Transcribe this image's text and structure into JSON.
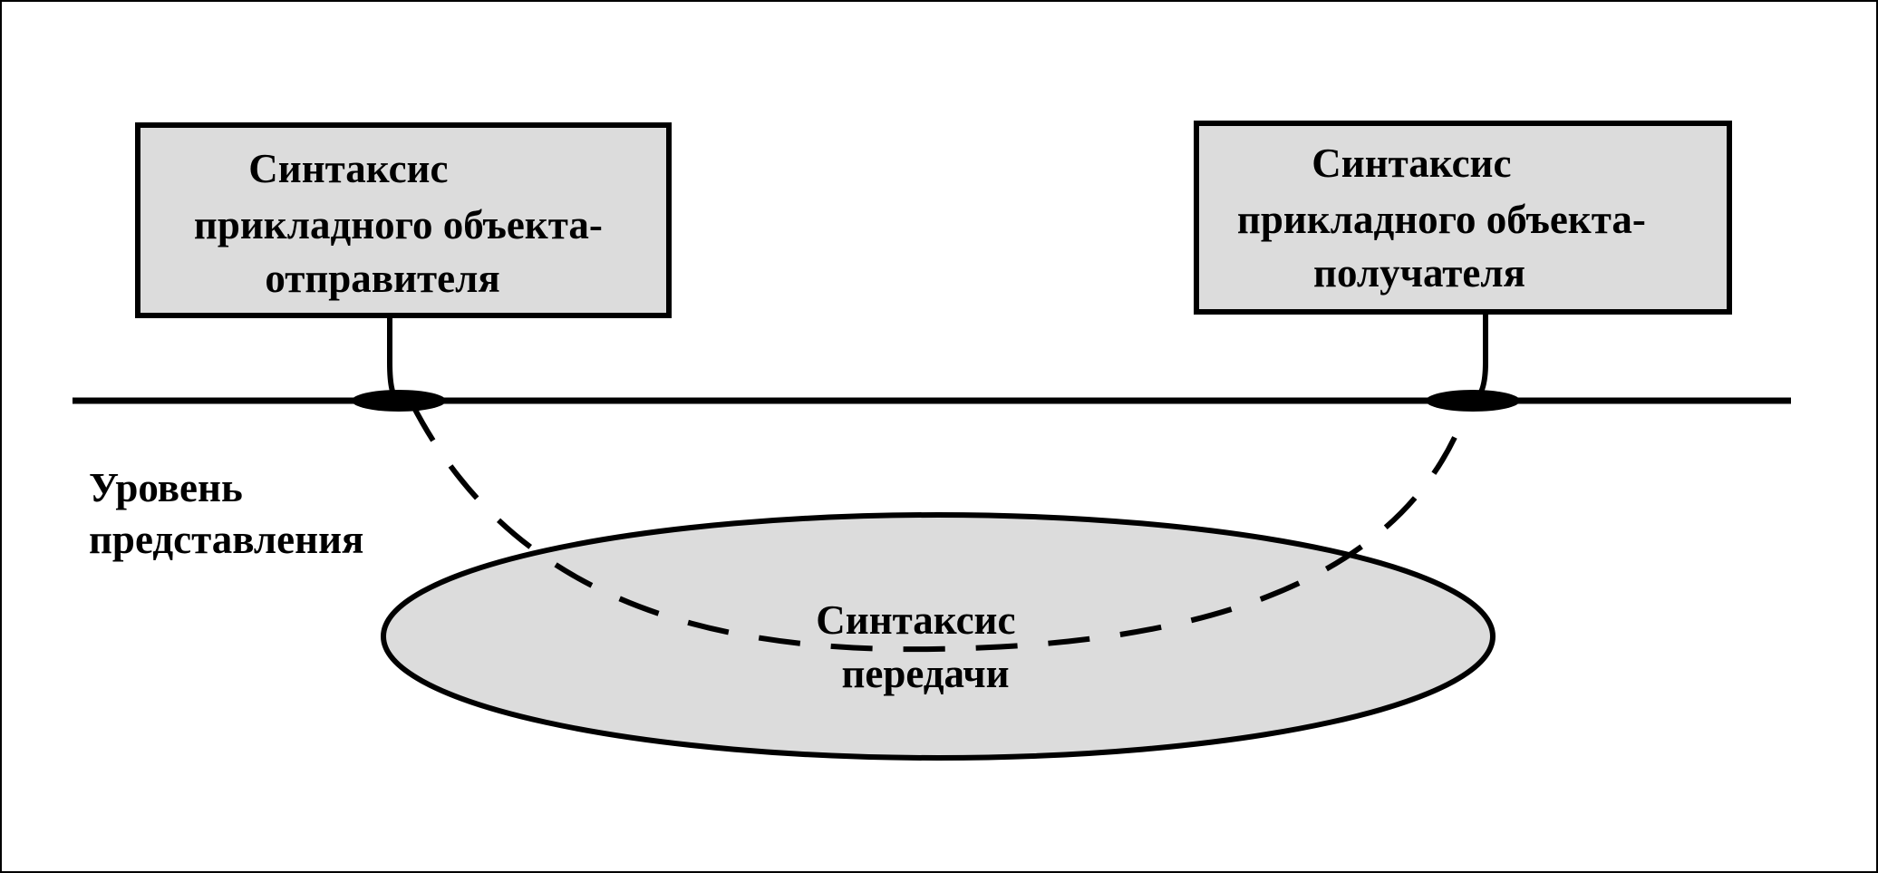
{
  "colors": {
    "background": "#ffffff",
    "box_fill": "#dcdcdc",
    "ellipse_fill": "#dcdcdc",
    "stroke": "#000000"
  },
  "sender_box": {
    "lines": [
      "Синтаксис",
      "прикладного объекта-",
      "отправителя"
    ]
  },
  "receiver_box": {
    "lines": [
      "Синтаксис",
      "прикладного объекта-",
      "получателя"
    ]
  },
  "layer_label": {
    "lines": [
      "Уровень",
      "представления"
    ]
  },
  "transfer_ellipse": {
    "lines": [
      "Синтаксис",
      "передачи"
    ]
  }
}
